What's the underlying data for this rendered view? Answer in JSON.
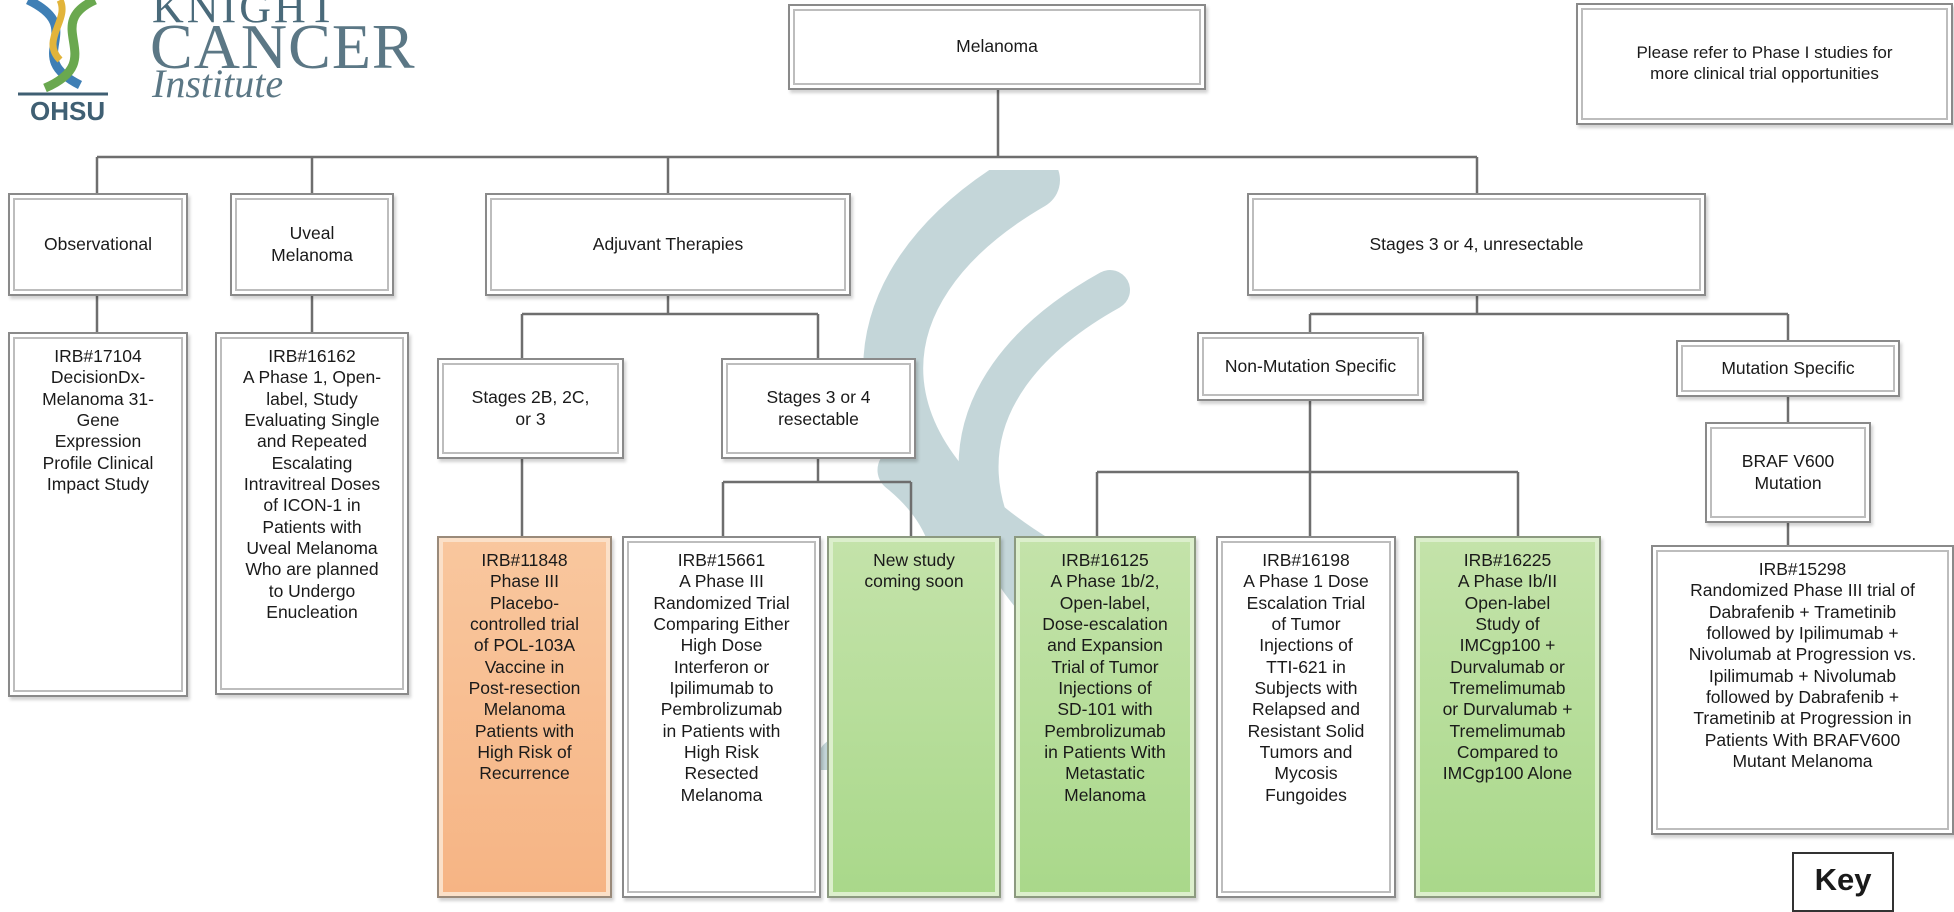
{
  "logo": {
    "line1": "KNIGHT",
    "line2": "CANCER",
    "line3": "Institute",
    "org": "OHSU"
  },
  "nodes": {
    "melanoma": "Melanoma",
    "phase1_note": "Please refer to Phase I studies for\nmore clinical trial opportunities",
    "observational": "Observational",
    "uveal": "Uveal\nMelanoma",
    "adjuvant": "Adjuvant Therapies",
    "stages34_unres": "Stages 3 or 4, unresectable",
    "stages2b": "Stages 2B, 2C,\nor 3",
    "stages34_res": "Stages 3 or 4\nresectable",
    "nonmut": "Non-Mutation Specific",
    "mut": "Mutation Specific",
    "braf": "BRAF V600\nMutation",
    "irb17104": "IRB#17104\nDecisionDx-\nMelanoma 31-\nGene\nExpression\nProfile Clinical\nImpact Study",
    "irb16162": "IRB#16162\nA Phase 1, Open-\nlabel, Study\nEvaluating Single\nand Repeated\nEscalating\nIntravitreal Doses\nof ICON-1 in\nPatients with\nUveal Melanoma\nWho are planned\nto Undergo\nEnucleation",
    "irb11848": "IRB#11848\nPhase III\nPlacebo-\ncontrolled trial\nof POL-103A\nVaccine in\nPost-resection\nMelanoma\nPatients with\nHigh Risk of\nRecurrence",
    "irb15661": "IRB#15661\nA Phase III\nRandomized Trial\nComparing Either\nHigh Dose\nInterferon or\nIpilimumab to\nPembrolizumab\nin Patients with\nHigh Risk\nResected\nMelanoma",
    "newstudy": "New study\ncoming soon",
    "irb16125": "IRB#16125\nA Phase 1b/2,\nOpen-label,\nDose-escalation\nand Expansion\nTrial of Tumor\nInjections of\nSD-101 with\nPembrolizumab\nin Patients With\nMetastatic\nMelanoma",
    "irb16198": "IRB#16198\nA Phase 1 Dose\nEscalation Trial\nof Tumor\nInjections of\nTTI-621 in\nSubjects with\nRelapsed and\nResistant Solid\nTumors and\nMycosis\nFungoides",
    "irb16225": "IRB#16225\nA Phase Ib/II\nOpen-label\nStudy of\nIMCgp100 +\nDurvalumab or\nTremelimumab\nor Durvalumab +\nTremelimumab\nCompared to\nIMCgp100 Alone",
    "irb15298": "IRB#15298\nRandomized Phase III trial of\nDabrafenib + Trametinib\nfollowed by Ipilimumab +\nNivolumab at Progression vs.\nIpilimumab + Nivolumab\nfollowed by Dabrafenib +\nTrametinib at Progression in\nPatients With BRAFV600\nMutant Melanoma"
  },
  "key": {
    "label": "Key"
  },
  "colors": {
    "line": "#6e6e6e",
    "orange_box": "#f6b484",
    "green_box": "#a9d88a",
    "watermark": "#2f6f7a",
    "logo_blue": "#3f7fb5",
    "logo_green": "#6aa84f",
    "logo_yellow": "#e2b43a"
  }
}
